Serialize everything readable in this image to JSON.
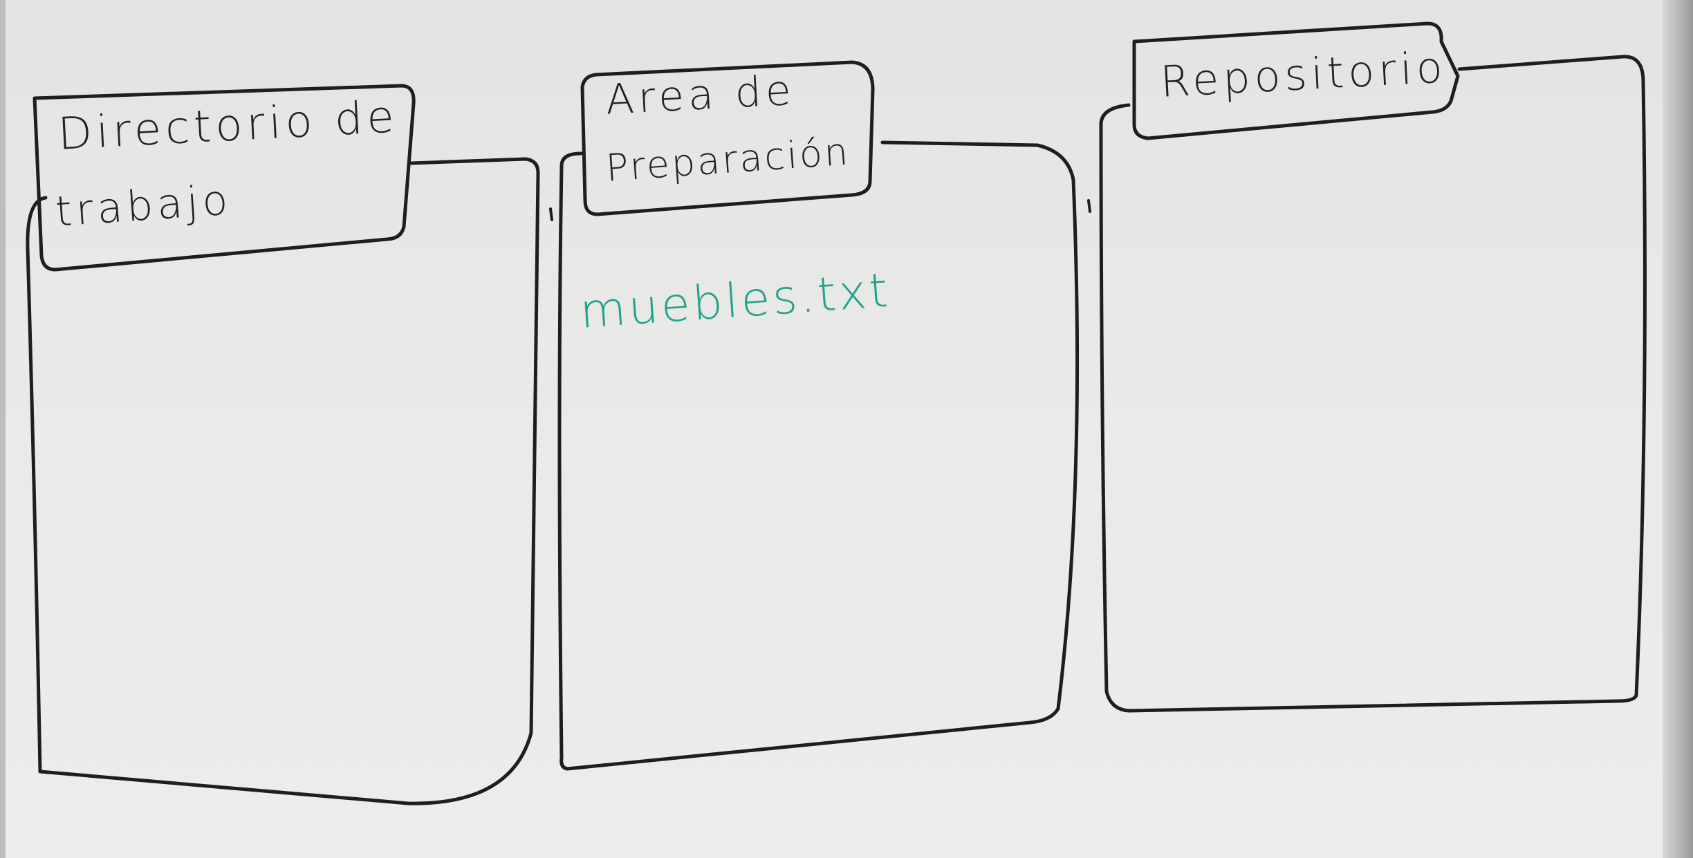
{
  "board": {
    "panels": [
      {
        "title_line1": "Directorio de",
        "title_line2": "trabajo",
        "files": []
      },
      {
        "title_line1": "Area de",
        "title_line2": "Preparación",
        "files": [
          "muebles.txt"
        ]
      },
      {
        "title_line1": "Repositorio",
        "title_line2": "",
        "files": []
      }
    ]
  },
  "colors": {
    "ink": "#1e1e1e",
    "file_marker": "#1fa38c",
    "board": "#e8e8e6"
  }
}
